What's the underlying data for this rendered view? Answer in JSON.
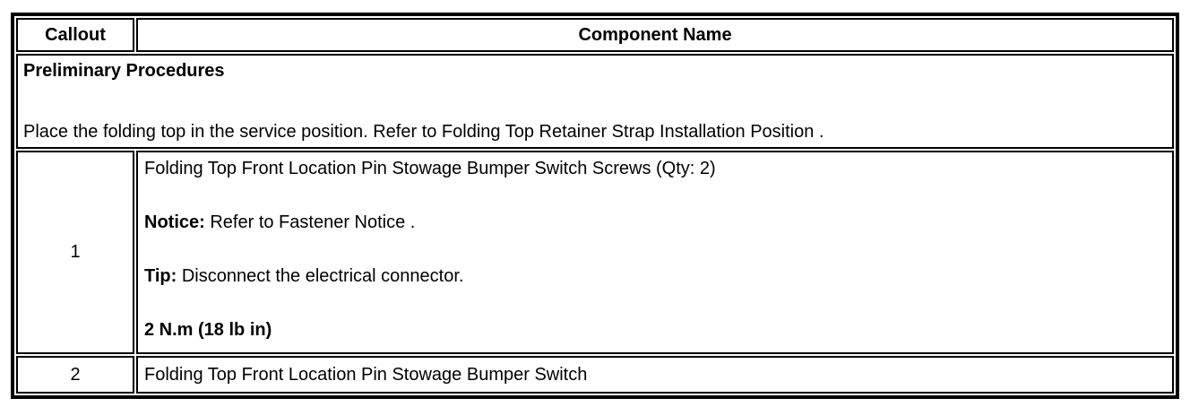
{
  "table": {
    "headers": {
      "callout": "Callout",
      "component": "Component Name"
    },
    "preliminary": {
      "title": "Preliminary Procedures",
      "body": "Place the folding top in the service position. Refer to Folding Top Retainer Strap Installation Position ."
    },
    "rows": [
      {
        "callout": "1",
        "lines": [
          {
            "label": "",
            "text": "Folding Top Front Location Pin Stowage Bumper Switch Screws (Qty: 2)"
          },
          {
            "label": "Notice:",
            "text": " Refer to Fastener Notice ."
          },
          {
            "label": "Tip:",
            "text": " Disconnect the electrical connector."
          },
          {
            "label": "2 N.m (18 lb in)",
            "text": ""
          }
        ]
      },
      {
        "callout": "2",
        "lines": [
          {
            "label": "",
            "text": "Folding Top Front Location Pin Stowage Bumper Switch"
          }
        ]
      }
    ]
  }
}
